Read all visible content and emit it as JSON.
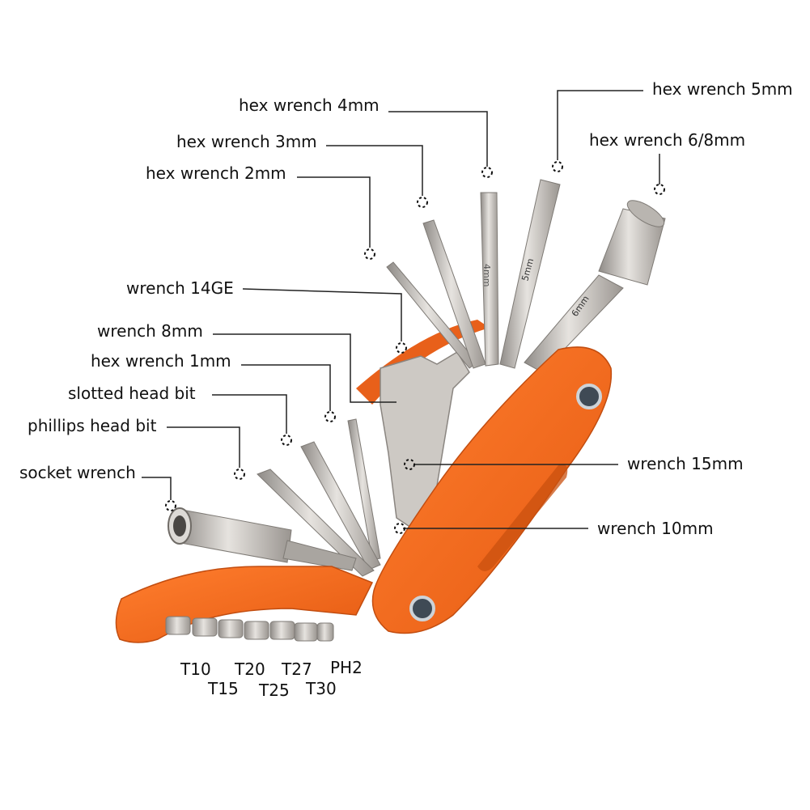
{
  "labels": {
    "hex_4mm": "hex wrench 4mm",
    "hex_5mm": "hex wrench 5mm",
    "hex_3mm": "hex wrench 3mm",
    "hex_68mm": "hex wrench 6/8mm",
    "hex_2mm": "hex wrench 2mm",
    "wrench_14ge": "wrench 14GE",
    "wrench_8mm": "wrench 8mm",
    "hex_1mm": "hex wrench 1mm",
    "slotted": "slotted head bit",
    "phillips": "phillips head bit",
    "socket": "socket wrench",
    "wrench_15mm": "wrench 15mm",
    "wrench_10mm": "wrench 10mm"
  },
  "bits": {
    "t10": "T10",
    "t15": "T15",
    "t20": "T20",
    "t25": "T25",
    "t27": "T27",
    "t30": "T30",
    "ph2": "PH2"
  },
  "tool_marks": {
    "mark_4mm": "4mm",
    "mark_5mm": "5mm",
    "mark_6mm": "6mm"
  },
  "colors": {
    "handle": "#f26b1d",
    "steel": "#c9c6c2",
    "line": "#222222"
  }
}
